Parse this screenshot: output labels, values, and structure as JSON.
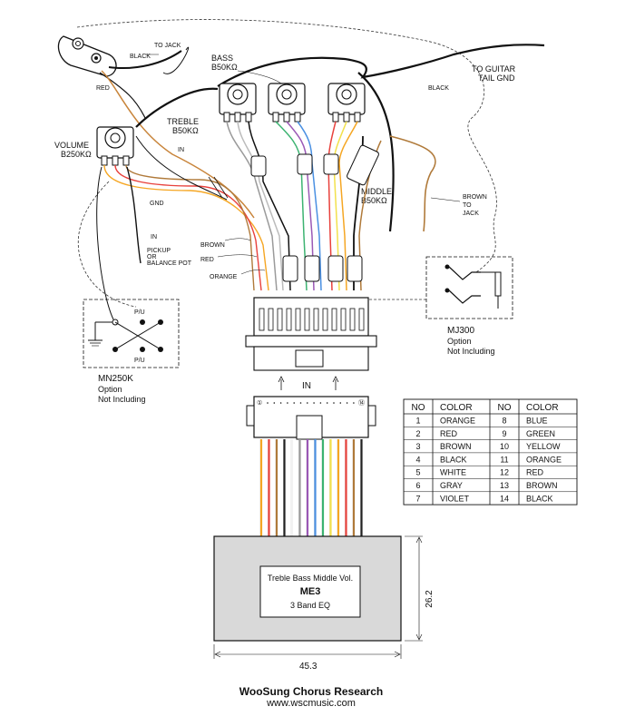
{
  "labels": {
    "to_jack_top": "TO JACK",
    "black_top": "BLACK",
    "red_top": "RED",
    "to_guitar_line1": "TO GUITAR",
    "to_guitar_line2": "TAIL GND",
    "black_right": "BLACK",
    "bass_name": "BASS",
    "bass_value": "B50KΩ",
    "treble_name": "TREBLE",
    "treble_value": "B50KΩ",
    "middle_name": "MIDDLE",
    "middle_value": "B50KΩ",
    "volume_name": "VOLUME",
    "volume_value": "B250KΩ",
    "in_upper": "IN",
    "gnd": "GND",
    "in_lower": "IN",
    "pickup_line1": "PICKUP",
    "pickup_line2": "OR",
    "pickup_line3": "BALANCE POT",
    "brown_wire": "BROWN",
    "red_wire": "RED",
    "orange_wire": "ORANGE",
    "brown_to_jack_1": "BROWN",
    "brown_to_jack_2": "TO",
    "brown_to_jack_3": "JACK",
    "connector_in": "IN",
    "pin_first": "①",
    "pin_last": "⑭",
    "pu_top": "P/U",
    "pu_bottom": "P/U"
  },
  "mn250k": {
    "name": "MN250K",
    "line1": "Option",
    "line2": "Not Including"
  },
  "mj300": {
    "name": "MJ300",
    "line1": "Option",
    "line2": "Not Including"
  },
  "module": {
    "line1": "Treble Bass Middle Vol.",
    "model": "ME3",
    "line3": "3 Band EQ",
    "width_dim": "45.3",
    "height_dim": "26.2"
  },
  "color_table": {
    "headers": [
      "NO",
      "COLOR",
      "NO",
      "COLOR"
    ],
    "rows": [
      [
        "1",
        "ORANGE",
        "8",
        "BLUE"
      ],
      [
        "2",
        "RED",
        "9",
        "GREEN"
      ],
      [
        "3",
        "BROWN",
        "10",
        "YELLOW"
      ],
      [
        "4",
        "BLACK",
        "11",
        "ORANGE"
      ],
      [
        "5",
        "WHITE",
        "12",
        "RED"
      ],
      [
        "6",
        "GRAY",
        "13",
        "BROWN"
      ],
      [
        "7",
        "VIOLET",
        "14",
        "BLACK"
      ]
    ]
  },
  "wire_colors": [
    "#f5a623",
    "#e8413c",
    "#b07a3a",
    "#222222",
    "#f2f2f2",
    "#9a9a9a",
    "#9b59b6",
    "#4a90e2",
    "#3cb371",
    "#f2e14c",
    "#f5a623",
    "#e8413c",
    "#b07a3a",
    "#222222"
  ],
  "footer": {
    "company": "WooSung Chorus Research",
    "url": "www.wscmusic.com"
  }
}
